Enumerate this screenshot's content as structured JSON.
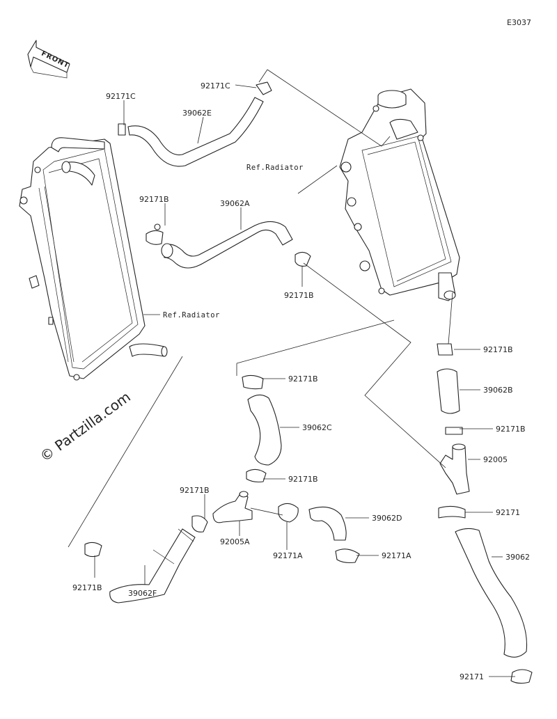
{
  "diagram_code": "E3037",
  "front_label": "FRONT",
  "watermark": "© Partzilla.com",
  "ref_labels": {
    "radiator_right": "Ref.Radiator",
    "radiator_left": "Ref.Radiator"
  },
  "parts": {
    "p92171C_a": "92171C",
    "p92171C_b": "92171C",
    "p39062E": "39062E",
    "p92171B_a": "92171B",
    "p39062A": "39062A",
    "p92171B_b": "92171B",
    "p92171B_c": "92171B",
    "p39062B": "39062B",
    "p92171B_d": "92171B",
    "p92005": "92005",
    "p92171_a": "92171",
    "p39062": "39062",
    "p92171_b": "92171",
    "p92171B_e": "92171B",
    "p39062C": "39062C",
    "p92171B_f": "92171B",
    "p92171B_g": "92171B",
    "p92005A": "92005A",
    "p92171A_a": "92171A",
    "p39062D": "39062D",
    "p92171A_b": "92171A",
    "p92171B_h": "92171B",
    "p39062F": "39062F"
  }
}
